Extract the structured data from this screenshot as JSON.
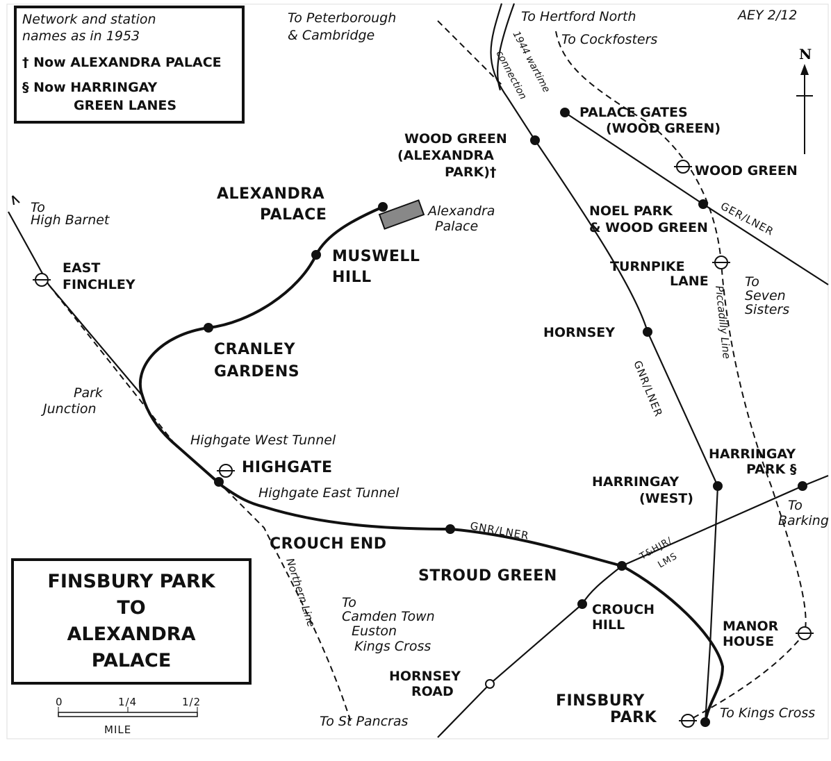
{
  "legend": {
    "line1": "Network and station",
    "line2": "names as in 1953",
    "dagger_note": "† Now ALEXANDRA PALACE",
    "section_note_1": "§ Now HARRINGAY",
    "section_note_2": "GREEN LANES"
  },
  "reference": "AEY 2/12",
  "north": "N",
  "title": {
    "line1": "FINSBURY PARK",
    "line2": "TO",
    "line3": "ALEXANDRA",
    "line4": "PALACE"
  },
  "scale": {
    "t0": "0",
    "t1": "1/4",
    "t2": "1/2",
    "unit": "MILE"
  },
  "stations": {
    "alexandra_palace": [
      "ALEXANDRA",
      "PALACE"
    ],
    "muswell_hill": [
      "MUSWELL",
      "HILL"
    ],
    "cranley_gardens": [
      "CRANLEY",
      "GARDENS"
    ],
    "highgate": "HIGHGATE",
    "crouch_end": "CROUCH END",
    "stroud_green": "STROUD GREEN",
    "crouch_hill": [
      "CROUCH",
      "HILL"
    ],
    "hornsey_road": [
      "HORNSEY",
      "ROAD"
    ],
    "finsbury_park": [
      "FINSBURY",
      "PARK"
    ],
    "east_finchley": [
      "EAST",
      "FINCHLEY"
    ],
    "wood_green_ap": [
      "WOOD GREEN",
      "(ALEXANDRA",
      "PARK)†"
    ],
    "palace_gates": [
      "PALACE GATES",
      "(WOOD GREEN)"
    ],
    "wood_green_tube": "WOOD GREEN",
    "noel_park": [
      "NOEL PARK",
      "& WOOD GREEN"
    ],
    "turnpike_lane": [
      "TURNPIKE",
      "LANE"
    ],
    "hornsey": "HORNSEY",
    "harringay_west": [
      "HARRINGAY",
      "(WEST)"
    ],
    "harringay_park": [
      "HARRINGAY",
      "PARK §"
    ],
    "manor_house": [
      "MANOR",
      "HOUSE"
    ]
  },
  "annotations": {
    "to_peterborough": [
      "To Peterborough",
      "& Cambridge"
    ],
    "to_hertford": "To Hertford North",
    "to_cockfosters": "To Cockfosters",
    "wartime": [
      "1944 wartime",
      "connection"
    ],
    "to_high_barnet": [
      "To",
      "High Barnet"
    ],
    "ally_pally": [
      "Alexandra",
      "Palace"
    ],
    "park_junction": [
      "Park",
      "Junction"
    ],
    "highgate_west_tunnel": "Highgate West Tunnel",
    "highgate_east_tunnel": "Highgate East Tunnel",
    "to_seven_sisters": [
      "To",
      "Seven",
      "Sisters"
    ],
    "to_barking": [
      "To",
      "Barking"
    ],
    "to_camden": [
      "To",
      "Camden Town",
      "Euston",
      "Kings Cross"
    ],
    "to_st_pancras": "To St Pancras",
    "to_kings_cross": "To Kings Cross"
  },
  "line_labels": {
    "ger_lner": "GER/LNER",
    "gnr_lner_main": "GNR/LNER",
    "gnr_lner_branch": "GNR/LNER",
    "piccadilly": "Piccadilly Line",
    "northern": "Northern Line",
    "thjr": "T&HJR/",
    "lms": "LMS"
  }
}
